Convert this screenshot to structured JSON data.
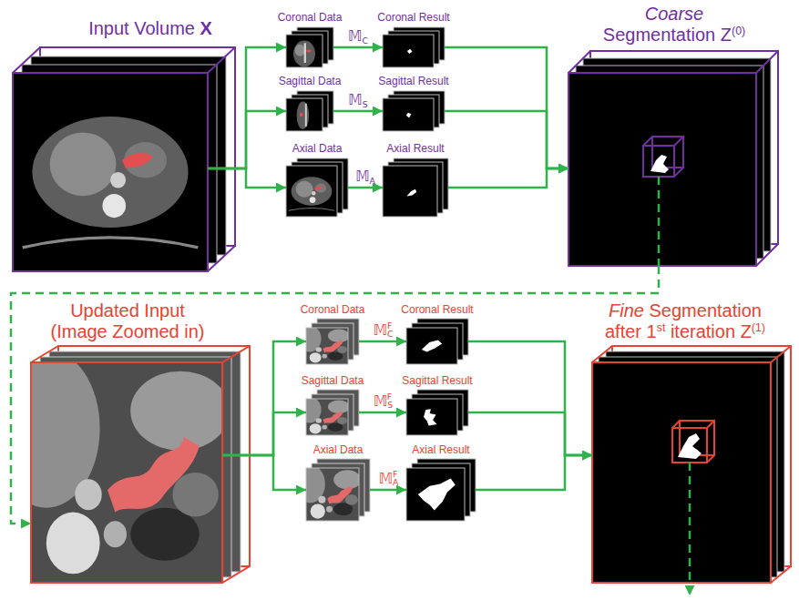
{
  "diagram": {
    "nodes": [
      {
        "text": [
          "Input Volume X"
        ]
      },
      {
        "text": [
          "Coronal Data"
        ]
      },
      {
        "text": [
          "Coronal Result"
        ]
      },
      {
        "text": [
          "Sagittal Data"
        ]
      },
      {
        "text": [
          "Sagittal Result"
        ]
      },
      {
        "text": [
          "Axial Data"
        ]
      },
      {
        "text": [
          "Axial Result"
        ]
      },
      {
        "text": [
          "Coarse Segmentation Z(0)"
        ]
      },
      {
        "text": [
          "Updated Input (Image Zoomed in)"
        ]
      },
      {
        "text": [
          "Coronal Data"
        ]
      },
      {
        "text": [
          "Coronal Result"
        ]
      },
      {
        "text": [
          "Sagittal Data"
        ]
      },
      {
        "text": [
          "Sagittal Result"
        ]
      },
      {
        "text": [
          "Axial Data"
        ]
      },
      {
        "text": [
          "Axial Result"
        ]
      },
      {
        "text": [
          "Fine Segmentation after 1st iteration Z(1)"
        ]
      }
    ],
    "edges": [
      {
        "from": 0,
        "to": 1,
        "arrow": "to"
      },
      {
        "from": 0,
        "to": 3,
        "arrow": "to"
      },
      {
        "from": 0,
        "to": 5,
        "arrow": "to"
      },
      {
        "from": 1,
        "to": 2,
        "arrow": "to",
        "label": "𝕄C"
      },
      {
        "from": 3,
        "to": 4,
        "arrow": "to",
        "label": "𝕄S"
      },
      {
        "from": 5,
        "to": 6,
        "arrow": "to",
        "label": "𝕄A"
      },
      {
        "from": 2,
        "to": 7,
        "arrow": "to"
      },
      {
        "from": 4,
        "to": 7,
        "arrow": "to"
      },
      {
        "from": 6,
        "to": 7,
        "arrow": "to"
      },
      {
        "from": 7,
        "to": 8,
        "arrow": "to"
      },
      {
        "from": 8,
        "to": 9,
        "arrow": "to"
      },
      {
        "from": 8,
        "to": 11,
        "arrow": "to"
      },
      {
        "from": 8,
        "to": 13,
        "arrow": "to"
      },
      {
        "from": 9,
        "to": 10,
        "arrow": "to",
        "label": "𝕄CF"
      },
      {
        "from": 11,
        "to": 12,
        "arrow": "to",
        "label": "𝕄SF"
      },
      {
        "from": 13,
        "to": 14,
        "arrow": "to",
        "label": "𝕄AF"
      },
      {
        "from": 10,
        "to": 15,
        "arrow": "to"
      },
      {
        "from": 12,
        "to": 15,
        "arrow": "to"
      },
      {
        "from": 14,
        "to": 15,
        "arrow": "to"
      }
    ]
  }
}
